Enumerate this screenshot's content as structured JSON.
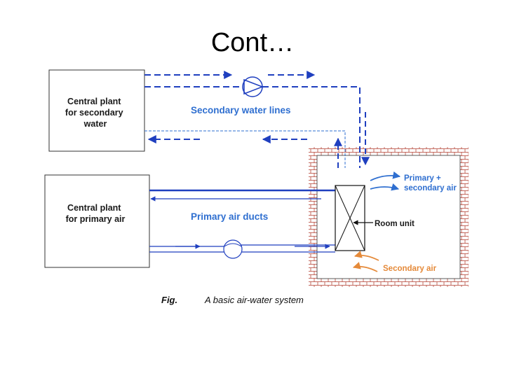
{
  "slide": {
    "title": "Cont…"
  },
  "diagram": {
    "secondary_plant": [
      "Central plant",
      "for secondary",
      "water"
    ],
    "primary_plant": [
      "Central plant",
      "for primary air"
    ],
    "secondary_water_lines": "Secondary water lines",
    "primary_air_ducts": "Primary air ducts",
    "room_unit": "Room unit",
    "primary_secondary_air": [
      "Primary +",
      "secondary air"
    ],
    "secondary_air": "Secondary air",
    "caption_fig": "Fig.",
    "caption_text": "A basic air-water system",
    "colors": {
      "blue": "#1f3fbf",
      "label_blue": "#2f6fd0",
      "orange": "#e58a3a",
      "brick": "#b5473a"
    }
  }
}
